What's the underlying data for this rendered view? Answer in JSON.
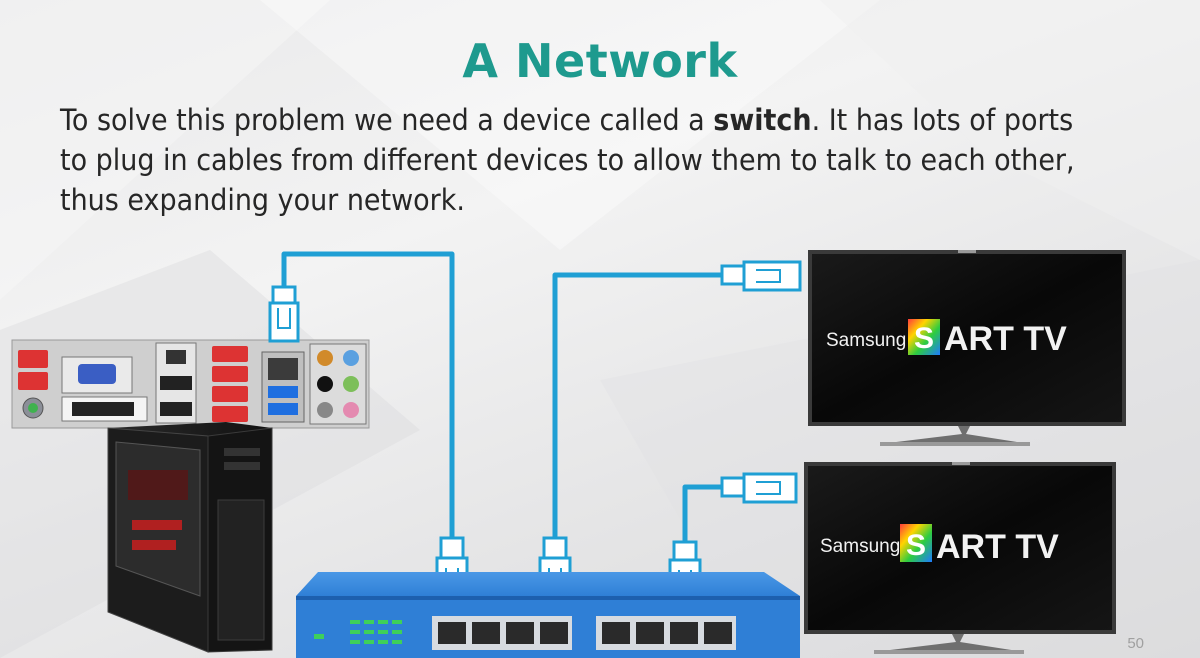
{
  "slide": {
    "title": "A Network",
    "body_before": "To solve this problem we need a device called a ",
    "body_bold": "switch",
    "body_after": ". It has lots of ports to plug in cables from different devices to allow them to talk to each other, thus expanding your network.",
    "page_number": "50"
  },
  "tvs": [
    {
      "brand": "Samsung",
      "logo_s": "S",
      "logo_rest": "ART TV"
    },
    {
      "brand": "Samsung",
      "logo_s": "S",
      "logo_rest": "ART TV"
    }
  ],
  "colors": {
    "title": "#1e9a8e",
    "cable": "#1f9fd4",
    "switch_body": "#2f7fd6",
    "switch_dark": "#1d5fae",
    "led": "#3ecf5a",
    "tv_screen": "#0b0b0b"
  },
  "icons": [
    "computer-tower-icon",
    "motherboard-io-panel-icon",
    "network-switch-icon",
    "ethernet-connector-icon",
    "smart-tv-icon"
  ]
}
